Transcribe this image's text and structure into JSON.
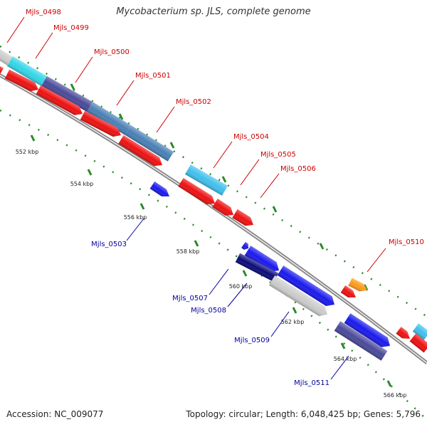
{
  "title": "Mycobacterium sp. JLS, complete genome",
  "footer": {
    "accession": "Accession: NC_009077",
    "summary": "Topology: circular; Length: 6,048,425 bp; Genes: 5,796"
  },
  "colors": {
    "backbone": "#888888",
    "tick": "#2a8a2a",
    "label_red": "#cc0000",
    "label_blue": "#000099",
    "gene_red": "#ee1111",
    "gene_blue": "#1a1aee",
    "gene_navy": "#0c0c7a",
    "gene_slate": "#4a4a9a",
    "gene_steel": "#4a80b6",
    "gene_cyan": "#33d6e8",
    "gene_sky": "#40c0ee",
    "gene_gray": "#cccccc",
    "gene_orange": "#ff9a1a"
  },
  "ticks": [
    "552 kbp",
    "554 kbp",
    "556 kbp",
    "558 kbp",
    "560 kbp",
    "562 kbp",
    "564 kbp",
    "566 kbp"
  ],
  "genes": [
    {
      "name": "Mjls_0498",
      "color": "gene_cyan"
    },
    {
      "name": "Mjls_0499",
      "color": "gene_red"
    },
    {
      "name": "Mjls_0500",
      "color": "gene_slate"
    },
    {
      "name": "Mjls_0501",
      "color": "gene_steel"
    },
    {
      "name": "Mjls_0502",
      "color": "gene_steel"
    },
    {
      "name": "Mjls_0503",
      "color": "gene_blue"
    },
    {
      "name": "Mjls_0504",
      "color": "gene_sky"
    },
    {
      "name": "Mjls_0505",
      "color": "gene_red"
    },
    {
      "name": "Mjls_0506",
      "color": "gene_red"
    },
    {
      "name": "Mjls_0507",
      "color": "gene_navy"
    },
    {
      "name": "Mjls_0508",
      "color": "gene_blue"
    },
    {
      "name": "Mjls_0509",
      "color": "gene_gray"
    },
    {
      "name": "Mjls_0510",
      "color": "gene_orange"
    },
    {
      "name": "Mjls_0511",
      "color": "gene_slate"
    }
  ]
}
